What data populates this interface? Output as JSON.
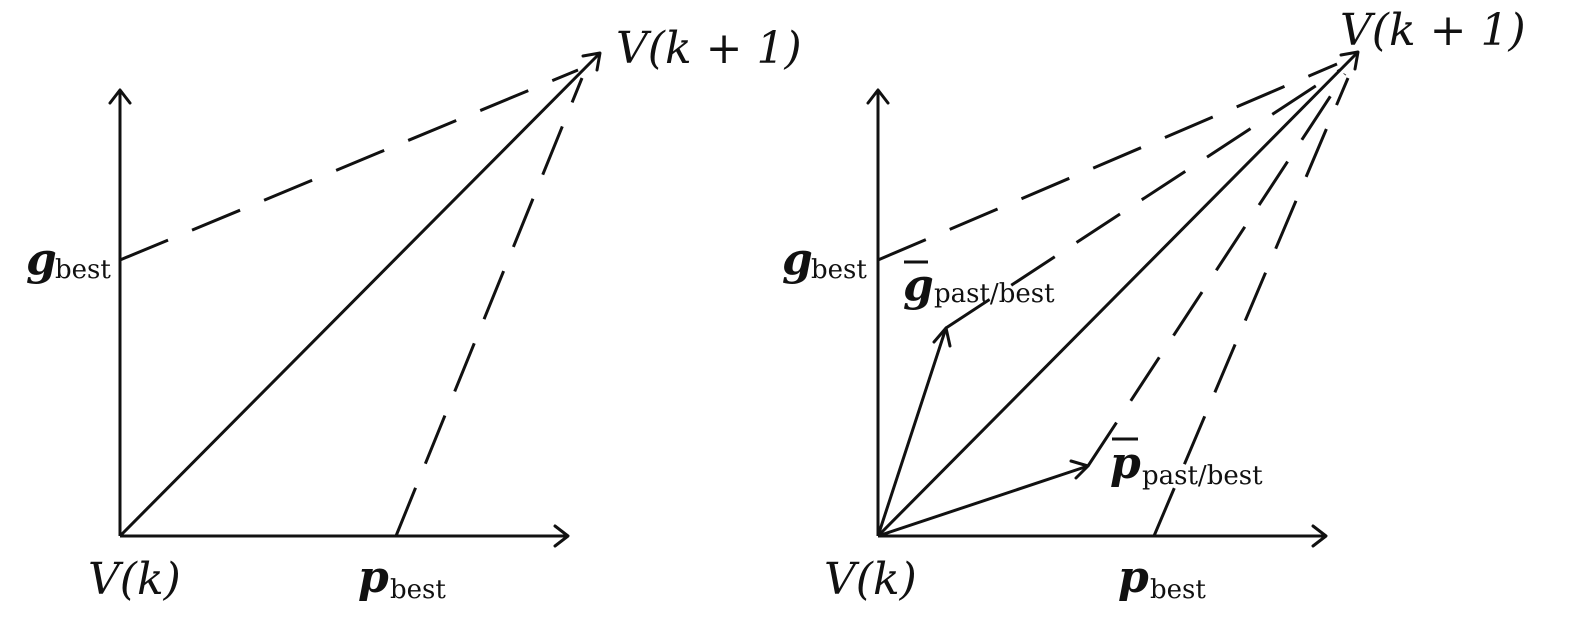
{
  "left_panel": {
    "origin_label": "V(k)",
    "target_label": "V(k + 1)",
    "g_label": {
      "main": "g",
      "sub": "best"
    },
    "p_label": {
      "main": "p",
      "sub": "best"
    }
  },
  "right_panel": {
    "origin_label": "V(k)",
    "target_label": "V(k + 1)",
    "g_label": {
      "main": "g",
      "sub": "best"
    },
    "p_label": {
      "main": "p",
      "sub": "best"
    },
    "g_past_label": {
      "main": "g",
      "sub": "past/best"
    },
    "p_past_label": {
      "main": "p",
      "sub": "past/best"
    }
  }
}
